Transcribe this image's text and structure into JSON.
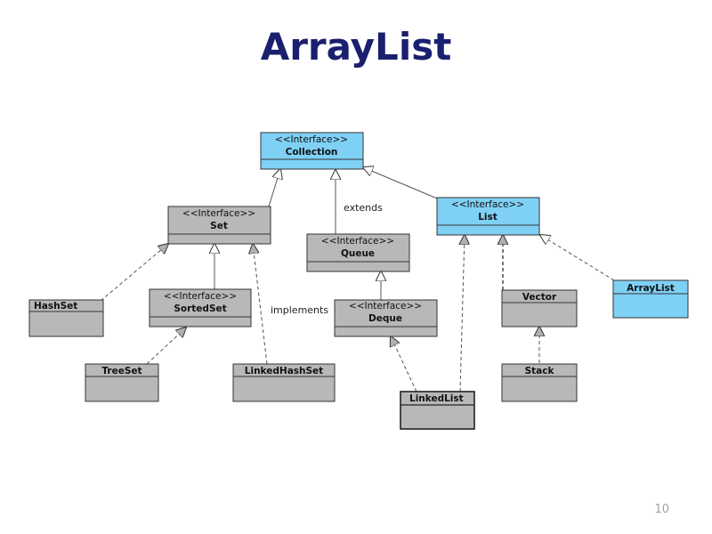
{
  "title": "ArrayList",
  "page_number": "10",
  "stereotype": "<<Interface>>",
  "colors": {
    "interface_highlight": "#7fd0f5",
    "class_fill": "#b8b8b8",
    "border": "#333333",
    "title": "#1a1f6e"
  },
  "nodes": {
    "collection": {
      "stereotype": "<<Interface>>",
      "name": "Collection"
    },
    "set": {
      "stereotype": "<<Interface>>",
      "name": "Set"
    },
    "list": {
      "stereotype": "<<Interface>>",
      "name": "List"
    },
    "queue": {
      "stereotype": "<<Interface>>",
      "name": "Queue"
    },
    "sortedset": {
      "stereotype": "<<Interface>>",
      "name": "SortedSet"
    },
    "deque": {
      "stereotype": "<<Interface>>",
      "name": "Deque"
    },
    "hashset": {
      "name": "HashSet"
    },
    "treeset": {
      "name": "TreeSet"
    },
    "linkedhashset": {
      "name": "LinkedHashSet"
    },
    "linkedlist": {
      "name": "LinkedList"
    },
    "vector": {
      "name": "Vector"
    },
    "stack": {
      "name": "Stack"
    },
    "arraylist": {
      "name": "ArrayList"
    }
  },
  "labels": {
    "extends": "extends",
    "implements": "implements"
  }
}
